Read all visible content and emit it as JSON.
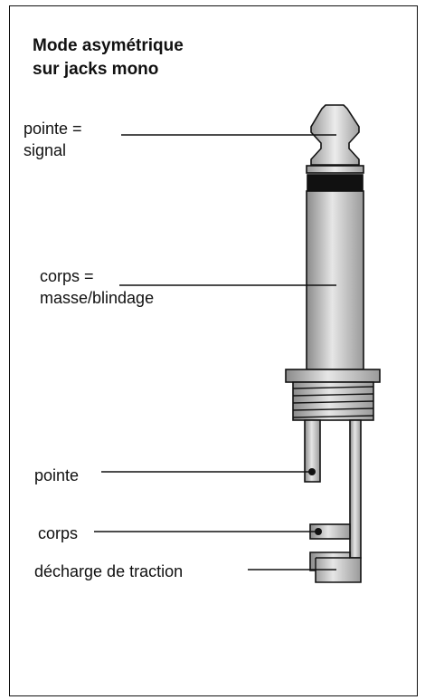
{
  "diagram": {
    "title_line1": "Mode asymétrique",
    "title_line2": "sur jacks mono",
    "labels": {
      "tip_line1": "pointe =",
      "tip_line2": "signal",
      "sleeve_line1": "corps =",
      "sleeve_line2": "masse/blindage",
      "tip_terminal": "pointe",
      "sleeve_terminal": "corps",
      "strain_relief": "décharge de traction"
    },
    "colors": {
      "stroke": "#111111",
      "body_light": "#e6e6e6",
      "body_mid": "#a8a8a8",
      "body_dark": "#8a8a8a",
      "ring_black": "#111111"
    }
  }
}
